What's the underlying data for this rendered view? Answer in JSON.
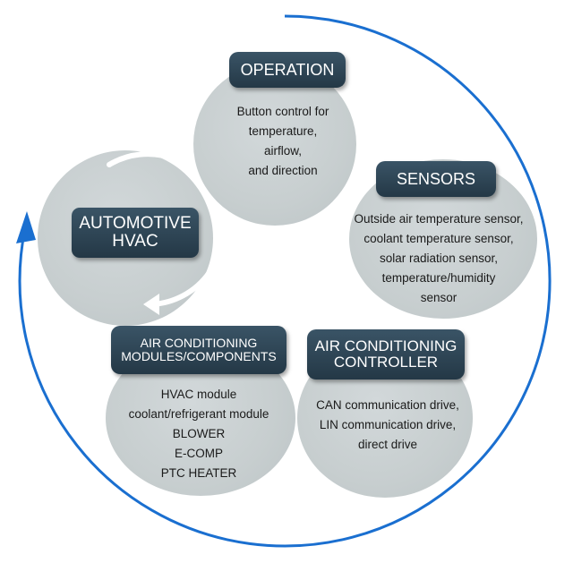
{
  "colors": {
    "arrow_blue": "#1a6fd0",
    "pill_dark": "#2b4252",
    "circle_gray": "#c9d0d2",
    "center_arrow": "#ffffff"
  },
  "center": {
    "title": "AUTOMOTIVE\nHVAC"
  },
  "operation": {
    "title": "OPERATION",
    "text": "Button control for\ntemperature,\nairflow,\nand direction"
  },
  "sensors": {
    "title": "SENSORS",
    "text": "Outside air temperature sensor,\ncoolant temperature sensor,\nsolar radiation sensor,\ntemperature/humidity\nsensor"
  },
  "controller": {
    "title": "AIR CONDITIONING\nCONTROLLER",
    "text": "CAN communication drive,\nLIN communication drive,\ndirect drive"
  },
  "modules": {
    "title": "AIR CONDITIONING\nMODULES/COMPONENTS",
    "text": "HVAC module\ncoolant/refrigerant module\nBLOWER\nE-COMP\nPTC HEATER"
  }
}
